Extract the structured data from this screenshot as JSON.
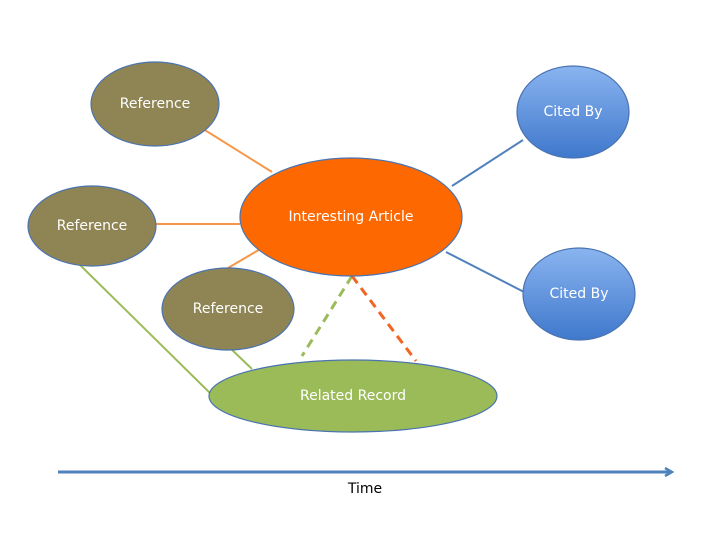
{
  "diagram": {
    "colors": {
      "reference": "#8f8453",
      "center": "#fd6800",
      "cited": "#4f86d4",
      "related": "#9bbb59",
      "outline": "#4a74b0",
      "edge_orange": "#f79646",
      "edge_blue": "#4f81bd",
      "edge_green": "#9bbb59",
      "edge_dashed_green": "#9bbb59",
      "edge_dashed_orange": "#f26522",
      "axis": "#4f81bd"
    },
    "nodes": {
      "reference_1": {
        "label": "Reference"
      },
      "reference_2": {
        "label": "Reference"
      },
      "reference_3": {
        "label": "Reference"
      },
      "center": {
        "label": "Interesting Article"
      },
      "cited_by_1": {
        "label": "Cited By"
      },
      "cited_by_2": {
        "label": "Cited By"
      },
      "related": {
        "label": "Related Record"
      }
    },
    "edges": [
      {
        "from": "reference_1",
        "to": "center",
        "style": "solid",
        "color": "orange"
      },
      {
        "from": "reference_2",
        "to": "center",
        "style": "solid",
        "color": "orange"
      },
      {
        "from": "reference_3",
        "to": "center",
        "style": "solid",
        "color": "orange"
      },
      {
        "from": "center",
        "to": "cited_by_1",
        "style": "solid",
        "color": "blue"
      },
      {
        "from": "center",
        "to": "cited_by_2",
        "style": "solid",
        "color": "blue"
      },
      {
        "from": "reference_2",
        "to": "related",
        "style": "solid",
        "color": "green"
      },
      {
        "from": "reference_3",
        "to": "related",
        "style": "solid",
        "color": "green"
      },
      {
        "from": "center",
        "to": "related",
        "style": "dashed",
        "color": "green"
      },
      {
        "from": "center",
        "to": "related",
        "style": "dashed",
        "color": "orange"
      }
    ],
    "axis": {
      "label": "Time",
      "direction": "left-to-right"
    }
  }
}
